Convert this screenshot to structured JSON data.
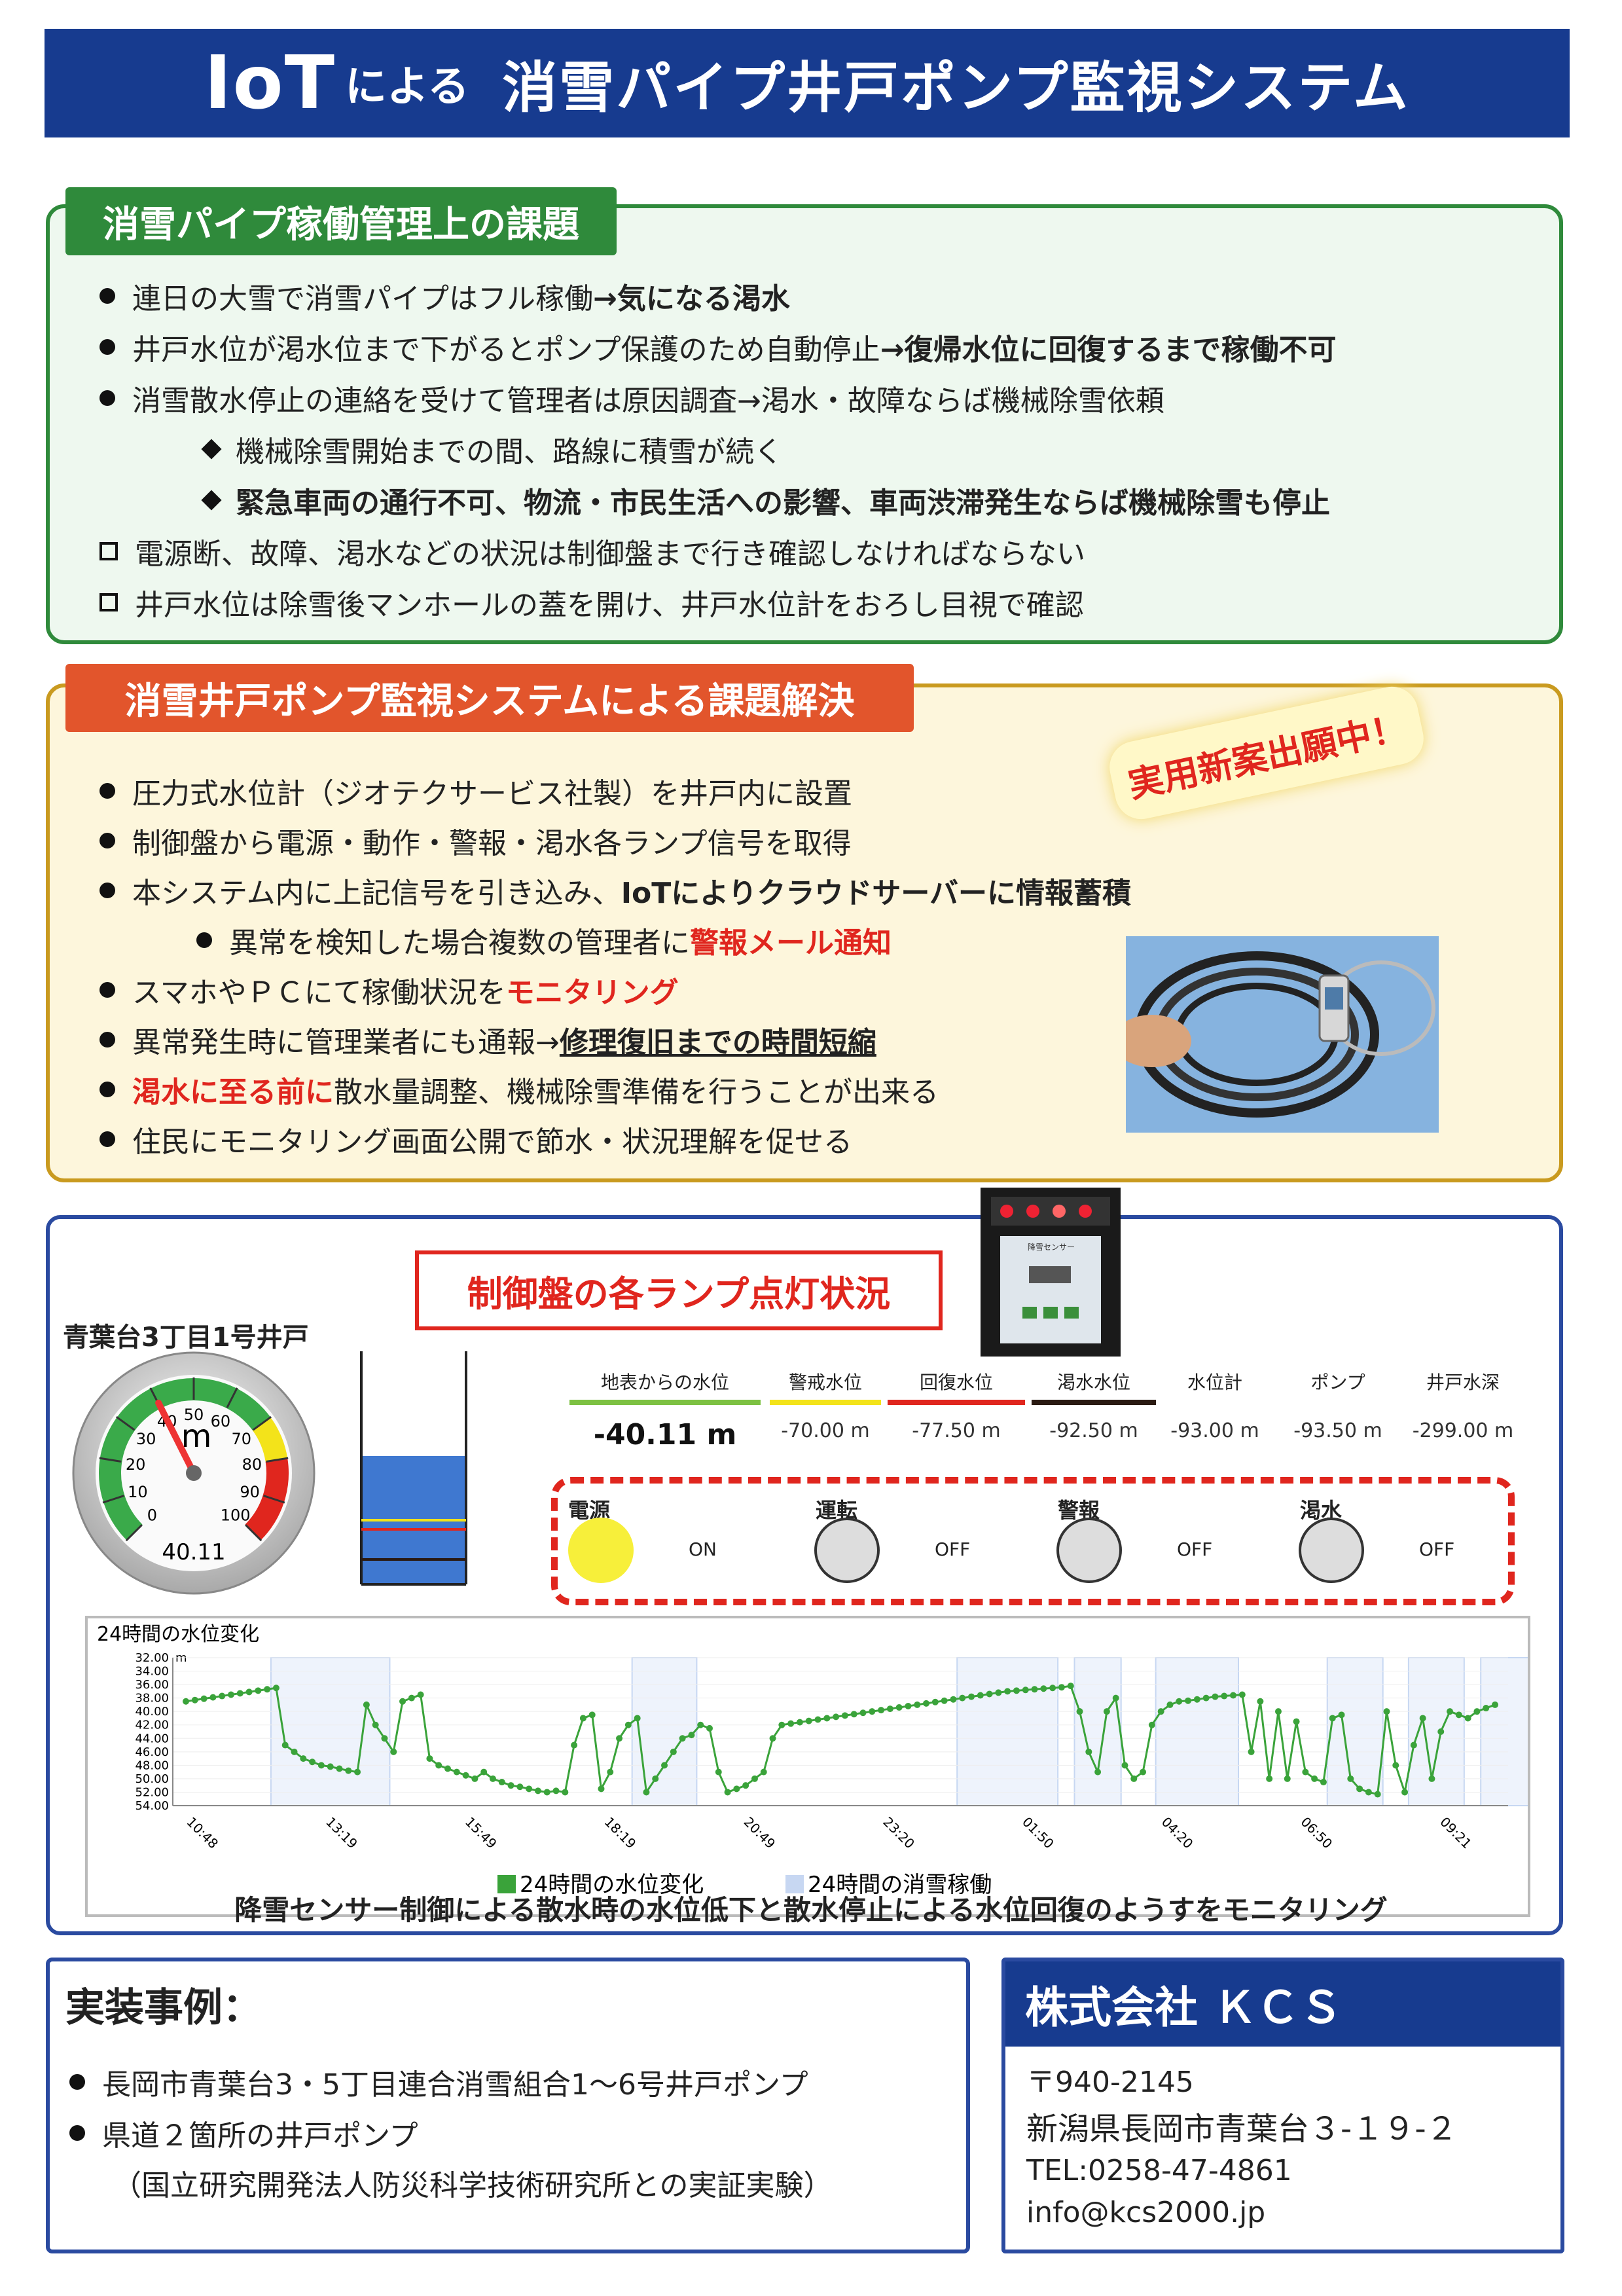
{
  "title": {
    "iot": "IoT",
    "niyoru": "による",
    "main": "消雪パイプ井戸ポンプ監視システム"
  },
  "issues": {
    "heading": "消雪パイプ稼働管理上の課題",
    "items": [
      {
        "a": "連日の大雪で消雪パイプはフル稼働",
        "b": "→気になる渇水"
      },
      {
        "a": "井戸水位が渇水位まで下がるとポンプ保護のため自動停止",
        "b": "→復帰水位に回復するまで稼働不可"
      },
      {
        "a": "消雪散水停止の連絡を受けて管理者は原因調査→渇水・故障ならば機械除雪依頼"
      },
      {
        "a": "機械除雪開始までの間、路線に積雪が続く"
      },
      {
        "a": "緊急車両の通行不可、物流・市民生活への影響、車両渋滞発生ならば機械除雪も停止"
      },
      {
        "a": "電源断、故障、渇水などの状況は制御盤まで行き確認しなければならない"
      },
      {
        "a": "井戸水位は除雪後マンホールの蓋を開け、井戸水位計をおろし目視で確認"
      }
    ]
  },
  "solution": {
    "heading": "消雪井戸ポンプ監視システムによる課題解決",
    "stamp": "実用新案出願中！",
    "items": [
      {
        "a": "圧力式水位計（ジオテクサービス社製）を井戸内に設置"
      },
      {
        "a": "制御盤から電源・動作・警報・渇水各ランプ信号を取得"
      },
      {
        "a": "本システム内に上記信号を引き込み、",
        "b": "IoTによりクラウドサーバーに情報蓄積"
      },
      {
        "a": "異常を検知した場合複数の管理者に",
        "r": "警報メール通知"
      },
      {
        "a": "スマホやＰＣにて稼働状況を",
        "r": "モニタリング"
      },
      {
        "a": "異常発生時に管理業者にも通報→",
        "b": "修理復旧までの時間短縮"
      },
      {
        "r": "渇水に至る前に",
        "a": "散水量調整、機械除雪準備を行うことが出来る"
      },
      {
        "a": "住民にモニタリング画面公開で節水・状況理解を促せる"
      }
    ]
  },
  "monitor": {
    "well_name": "青葉台3丁目1号井戸",
    "panel_title": "制御盤の各ランプ点灯状況",
    "panel_label": "降雪センサー",
    "gauge": {
      "value": 40.11,
      "value_text": "40.11",
      "unit": "m",
      "ticks": [
        "0",
        "10",
        "20",
        "30",
        "40",
        "50",
        "60",
        "70",
        "80",
        "90",
        "100"
      ]
    },
    "columns": [
      {
        "label": "地表からの水位",
        "value": "-40.11 m",
        "color": "#7dc142"
      },
      {
        "label": "警戒水位",
        "value": "-70.00 m",
        "color": "#f3e31a"
      },
      {
        "label": "回復水位",
        "value": "-77.50 m",
        "color": "#e0261e"
      },
      {
        "label": "渇水水位",
        "value": "-92.50 m",
        "color": "#2a1a12"
      },
      {
        "label": "水位計",
        "value": "-93.00 m",
        "color": ""
      },
      {
        "label": "ポンプ",
        "value": "-93.50 m",
        "color": ""
      },
      {
        "label": "井戸水深",
        "value": "-299.00 m",
        "color": ""
      }
    ],
    "lamps": [
      {
        "label": "電源",
        "state": "ON",
        "lit": true
      },
      {
        "label": "運転",
        "state": "OFF",
        "lit": false
      },
      {
        "label": "警報",
        "state": "OFF",
        "lit": false
      },
      {
        "label": "渇水",
        "state": "OFF",
        "lit": false
      }
    ],
    "caption": "降雪センサー制御による散水時の水位低下と散水停止による水位回復のようすをモニタリング"
  },
  "chart_data": {
    "type": "line",
    "title": "24時間の水位変化",
    "ylabel": "m",
    "ylim": [
      32,
      54
    ],
    "y_ticks": [
      "32.00",
      "34.00",
      "36.00",
      "38.00",
      "40.00",
      "42.00",
      "44.00",
      "46.00",
      "48.00",
      "50.00",
      "52.00",
      "54.00"
    ],
    "x_ticks": [
      "10:48",
      "13:19",
      "15:49",
      "18:19",
      "20:49",
      "23:20",
      "01:50",
      "04:20",
      "06:50",
      "09:21"
    ],
    "series": [
      {
        "name": "24時間の水位変化",
        "color": "#3aa33a",
        "values": [
          38.5,
          38.3,
          38.1,
          37.9,
          37.7,
          37.5,
          37.3,
          37.1,
          36.9,
          36.7,
          36.5,
          45,
          46,
          47,
          47.5,
          48,
          48.2,
          48.5,
          48.8,
          49,
          39,
          42,
          44,
          46,
          38.5,
          38,
          37.5,
          47,
          48,
          48.5,
          49,
          49.5,
          50,
          49,
          50,
          50.5,
          51,
          51.2,
          51.5,
          51.8,
          52,
          51.8,
          52,
          45,
          41,
          40.5,
          51.5,
          49,
          44,
          42,
          41,
          52,
          50,
          48,
          46,
          44,
          43.5,
          42,
          42.5,
          49,
          52,
          51.5,
          51,
          50,
          49,
          44,
          42,
          41.8,
          41.6,
          41.4,
          41.2,
          41,
          40.8,
          40.6,
          40.4,
          40.2,
          40,
          39.8,
          39.6,
          39.4,
          39.2,
          39,
          38.8,
          38.6,
          38.4,
          38.2,
          38,
          37.8,
          37.6,
          37.4,
          37.2,
          37,
          36.9,
          36.8,
          36.7,
          36.6,
          36.5,
          36.4,
          36.2,
          40,
          46,
          49,
          40,
          38,
          48,
          50,
          49,
          42,
          40,
          39,
          38.5,
          38.4,
          38.2,
          38,
          37.8,
          37.7,
          37.6,
          37.5,
          46,
          38.5,
          50,
          40,
          50,
          41.5,
          49,
          50,
          50.5,
          41,
          40.5,
          50,
          51.5,
          52,
          52.3,
          40,
          48,
          52,
          45,
          41,
          50,
          43,
          40,
          40.5,
          41,
          40,
          39.5,
          39
        ]
      },
      {
        "name": "24時間の消雪稼働",
        "color": "#c7d7f2"
      }
    ],
    "legend": "bottom"
  },
  "cases": {
    "heading": "実装事例：",
    "items": [
      "長岡市青葉台3・5丁目連合消雪組合1〜6号井戸ポンプ",
      "県道２箇所の井戸ポンプ"
    ],
    "note": "（国立研究開発法人防災科学技術研究所との実証実験）"
  },
  "company": {
    "name": "株式会社 ＫＣＳ",
    "postal": "〒940-2145",
    "address": "新潟県長岡市青葉台３-１９-２",
    "tel": "TEL:0258-47-4861",
    "email": "info@kcs2000.jp"
  },
  "colors": {
    "navy": "#173b8f",
    "green": "#2f8a3b",
    "orange": "#e2552c",
    "red": "#e0261e"
  }
}
